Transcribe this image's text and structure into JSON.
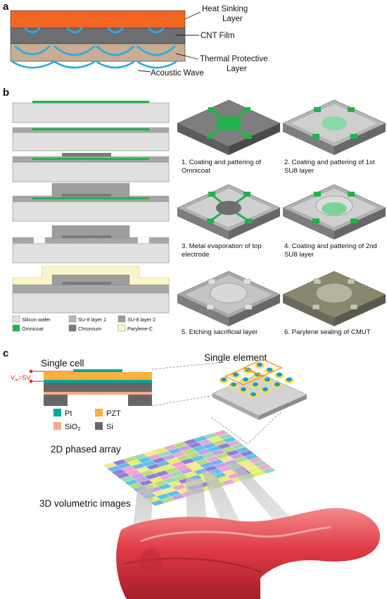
{
  "panel_a": {
    "letter": "a",
    "labels": {
      "heat_sinking": [
        "Heat Sinking",
        "Layer"
      ],
      "cnt_film": "CNT Film",
      "thermal_protective": [
        "Thermal Protective",
        "Layer"
      ],
      "acoustic_wave": "Acoustic Wave"
    },
    "colors": {
      "heat_sinking": "#f26522",
      "cnt": "#6d6e71",
      "thermal": "#c9ac91",
      "wave": "#29abe2"
    }
  },
  "panel_b": {
    "letter": "b",
    "steps": [
      [
        "1. Coating and pattering of",
        "Omnicoat"
      ],
      [
        "2. Coating and pattering of 1st",
        "SU8 layer"
      ],
      [
        "3. Metal evaporation of top",
        "electrode"
      ],
      [
        "4. Coating and pattering of 2nd",
        "SU8 layer"
      ],
      [
        "5. Etching sacrificial layer"
      ],
      [
        "6. Parylene sealing of CMUT"
      ]
    ],
    "legend": [
      {
        "label": "Silicon wafer",
        "color": "#e0e0e0"
      },
      {
        "label": "SU-8 layer 1",
        "color": "#b8b8b8"
      },
      {
        "label": "SU-8 layer 2",
        "color": "#9d9d9d"
      },
      {
        "label": "Omnicoat",
        "color": "#21b24b"
      },
      {
        "label": "Chromium",
        "color": "#7a7a7a"
      },
      {
        "label": "Parylene-C",
        "color": "#fbf6c9"
      }
    ]
  },
  "panel_c": {
    "letter": "c",
    "single_cell": "Single cell",
    "single_element": "Single element",
    "vin_label": "V",
    "vin_sub": "in",
    "vin_value": "=5V",
    "legend": [
      {
        "label": "Pt",
        "color": "#00a99d"
      },
      {
        "label": "PZT",
        "color": "#fbb03b"
      },
      {
        "label": "SiO",
        "sub": "2",
        "color": "#f7a98b"
      },
      {
        "label": "Si",
        "color": "#666666"
      }
    ],
    "phased_array": "2D phased array",
    "volumetric": "3D volumetric images"
  }
}
